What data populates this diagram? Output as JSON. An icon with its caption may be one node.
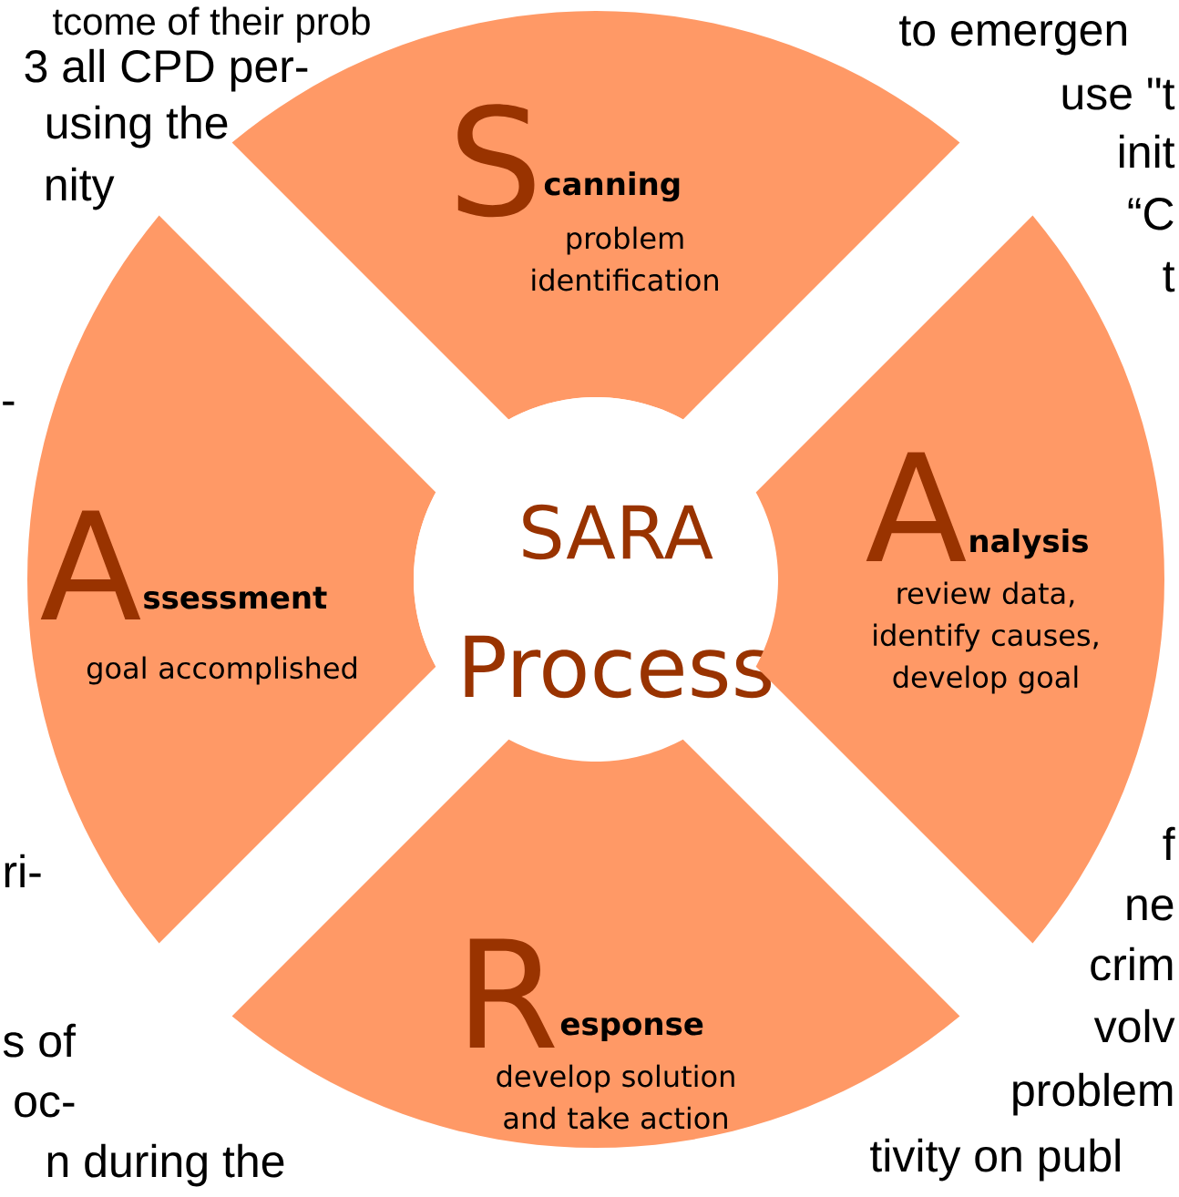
{
  "diagram": {
    "nodes": [
      {
        "text": [
          "S",
          "canning",
          "problem identification"
        ]
      },
      {
        "text": [
          "A",
          "ssessment",
          "goal accomplished"
        ]
      },
      {
        "text": [
          "SARA",
          "Process"
        ]
      },
      {
        "text": [
          "A",
          "nalysis",
          "review data, identify causes, develop goal"
        ]
      },
      {
        "text": [
          "R",
          "esponse",
          "develop solution and take action"
        ]
      }
    ],
    "edges": [],
    "labels": [
      "tcome of their prob",
      "to emergen",
      "3 all CPD per-",
      "use \"t",
      "using the",
      "init",
      "nity",
      "“C",
      "t",
      "-",
      "f",
      "ne",
      "ri-",
      "crim",
      "volv",
      "s of",
      "oc-",
      "problem",
      "n during the",
      "tivity on publ"
    ]
  }
}
